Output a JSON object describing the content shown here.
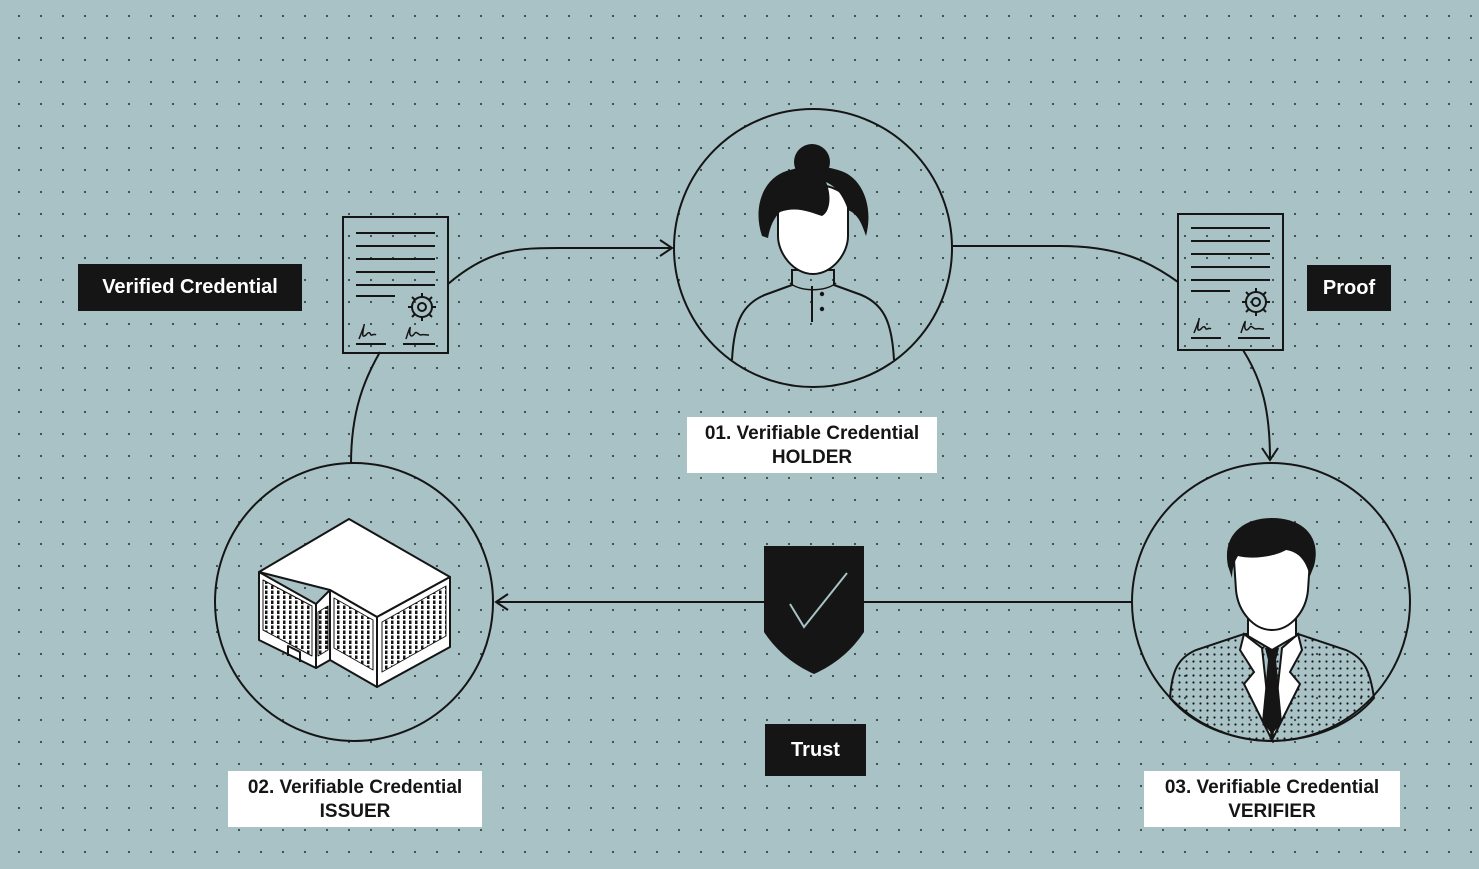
{
  "tags": {
    "verified_credential": "Verified Credential",
    "proof": "Proof",
    "trust": "Trust"
  },
  "roles": {
    "holder": {
      "title": "01. Verifiable Credential",
      "role": "HOLDER"
    },
    "issuer": {
      "title": "02. Verifiable Credential",
      "role": "ISSUER"
    },
    "verifier": {
      "title": "03. Verifiable Credential",
      "role": "VERIFIER"
    }
  },
  "colors": {
    "background": "#a8c2c6",
    "ink": "#151515",
    "label_light": "#ffffff"
  },
  "icons": [
    "document-icon",
    "person-woman-icon",
    "building-icon",
    "shield-check-icon",
    "person-man-icon"
  ]
}
